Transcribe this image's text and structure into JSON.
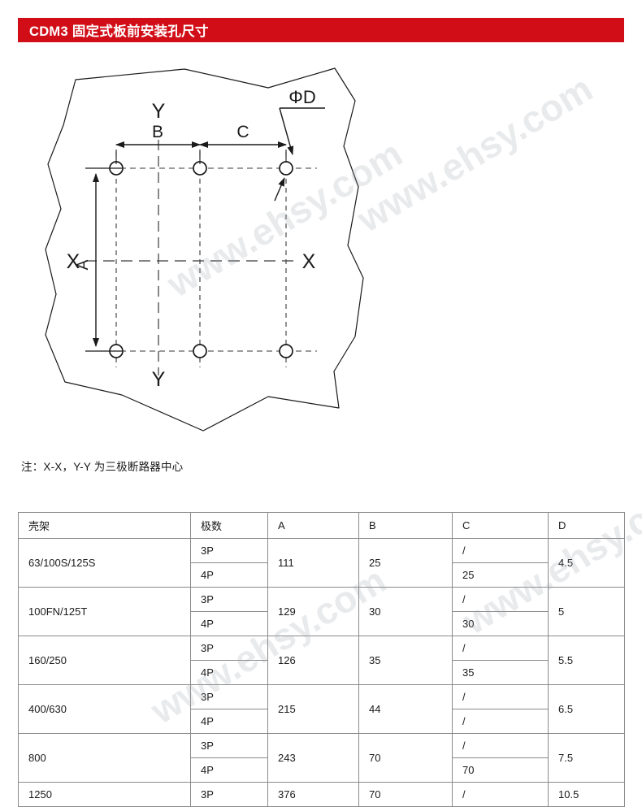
{
  "header": {
    "title": "CDM3 固定式板前安装孔尺寸",
    "bar_color": "#d10e18",
    "text_color": "#ffffff"
  },
  "diagram": {
    "labels": {
      "y_top": "Y",
      "y_bottom": "Y",
      "x_left": "X",
      "x_right": "X",
      "dim_a": "A",
      "dim_b": "B",
      "dim_c": "C",
      "dim_phi_d": "ΦD"
    },
    "line_color": "#1a1a1a",
    "centerline_color": "#3a3a3a"
  },
  "note": {
    "text": "注：X-X，Y-Y 为三极断路器中心"
  },
  "table": {
    "headers": [
      "壳架",
      "极数",
      "A",
      "B",
      "C",
      "D"
    ],
    "rows": [
      {
        "frame": "63/100S/125S",
        "a": "111",
        "b": "25",
        "d": "4.5",
        "poles": [
          {
            "pole": "3P",
            "c": "/"
          },
          {
            "pole": "4P",
            "c": "25"
          }
        ]
      },
      {
        "frame": "100FN/125T",
        "a": "129",
        "b": "30",
        "d": "5",
        "poles": [
          {
            "pole": "3P",
            "c": "/"
          },
          {
            "pole": "4P",
            "c": "30"
          }
        ]
      },
      {
        "frame": "160/250",
        "a": "126",
        "b": "35",
        "d": "5.5",
        "poles": [
          {
            "pole": "3P",
            "c": "/"
          },
          {
            "pole": "4P",
            "c": "35"
          }
        ]
      },
      {
        "frame": "400/630",
        "a": "215",
        "b": "44",
        "d": "6.5",
        "poles": [
          {
            "pole": "3P",
            "c": "/"
          },
          {
            "pole": "4P",
            "c": "/"
          }
        ]
      },
      {
        "frame": "800",
        "a": "243",
        "b": "70",
        "d": "7.5",
        "poles": [
          {
            "pole": "3P",
            "c": "/"
          },
          {
            "pole": "4P",
            "c": "70"
          }
        ]
      },
      {
        "frame": "1250",
        "a": "376",
        "b": "70",
        "d": "10.5",
        "poles": [
          {
            "pole": "3P",
            "c": "/"
          }
        ]
      }
    ]
  },
  "watermark": {
    "text": "www.ehsy.com",
    "color": "#9aa3ad"
  }
}
